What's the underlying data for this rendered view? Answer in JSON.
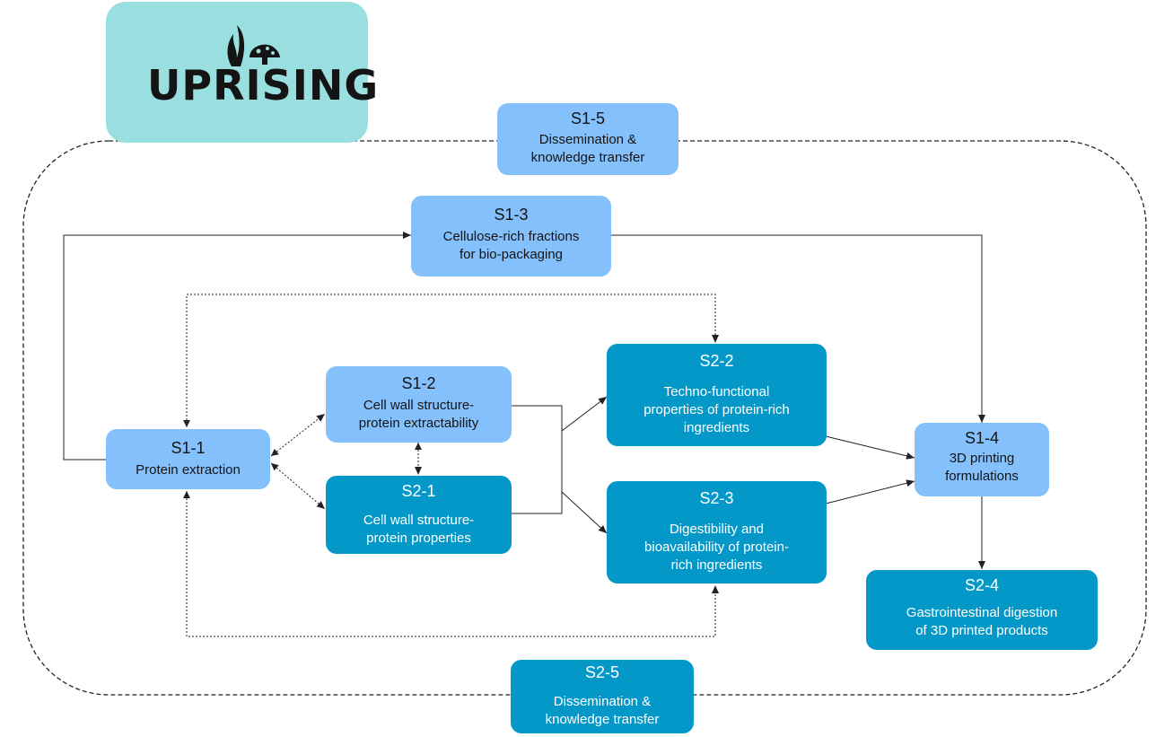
{
  "logo": {
    "text": "UPRISING"
  },
  "boxes": {
    "s1_5": {
      "code": "S1-5",
      "label_lines": [
        "Dissemination &",
        "knowledge transfer"
      ]
    },
    "s1_3": {
      "code": "S1-3",
      "label_lines": [
        "Cellulose-rich fractions",
        "for bio-packaging"
      ]
    },
    "s1_2": {
      "code": "S1-2",
      "label_lines": [
        "Cell wall structure-",
        "protein extractability"
      ]
    },
    "s1_1": {
      "code": "S1-1",
      "label_lines": [
        "Protein extraction"
      ]
    },
    "s2_1": {
      "code": "S2-1",
      "label_lines": [
        "Cell wall structure-",
        "protein properties"
      ]
    },
    "s2_2": {
      "code": "S2-2",
      "label_lines": [
        "Techno-functional",
        "properties of protein-rich",
        "ingredients"
      ]
    },
    "s2_3": {
      "code": "S2-3",
      "label_lines": [
        "Digestibility and",
        "bioavailability of protein-",
        "rich ingredients"
      ]
    },
    "s1_4": {
      "code": "S1-4",
      "label_lines": [
        "3D printing",
        "formulations"
      ]
    },
    "s2_4": {
      "code": "S2-4",
      "label_lines": [
        "Gastrointestinal digestion",
        "of 3D printed products"
      ]
    },
    "s2_5": {
      "code": "S2-5",
      "label_lines": [
        "Dissemination &",
        "knowledge transfer"
      ]
    }
  },
  "colors": {
    "logo_bg": "#99dfe0",
    "box_light": "#84c0fb",
    "box_dark": "#0498c9",
    "line": "#222222"
  }
}
